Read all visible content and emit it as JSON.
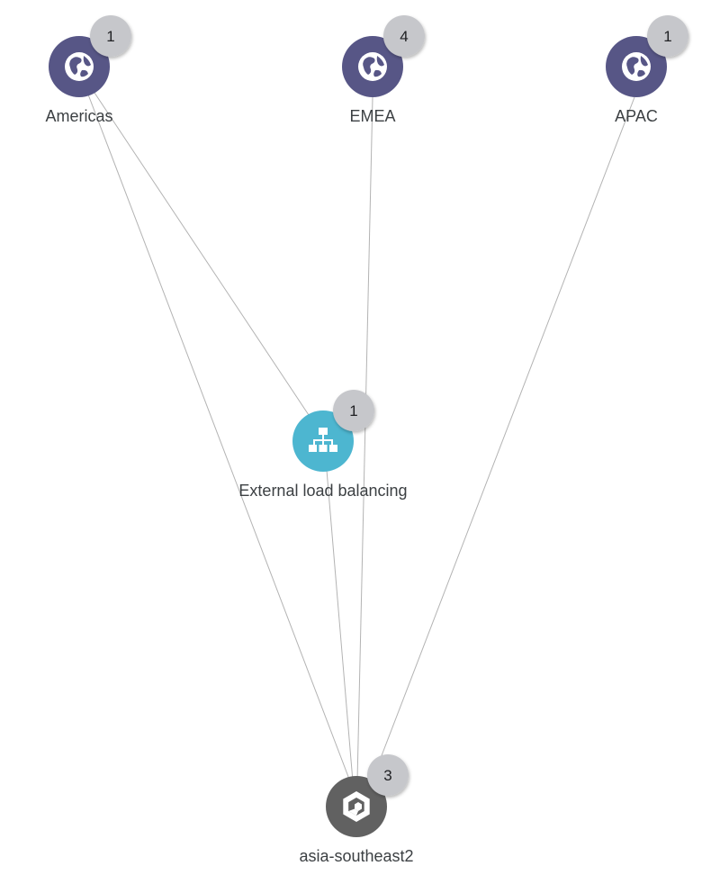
{
  "colors": {
    "region_node": "#575686",
    "load_balancer_node": "#4db6d0",
    "zone_node": "#616161",
    "badge": "#c6c7cb",
    "edge": "#b3b3b3",
    "label": "#3c4043"
  },
  "nodes": {
    "americas": {
      "label": "Americas",
      "count": "1",
      "icon": "globe-icon"
    },
    "emea": {
      "label": "EMEA",
      "count": "4",
      "icon": "globe-icon"
    },
    "apac": {
      "label": "APAC",
      "count": "1",
      "icon": "globe-icon"
    },
    "external_lb": {
      "label": "External load balancing",
      "count": "1",
      "icon": "load-balancer-icon"
    },
    "asia_southeast2": {
      "label": "asia-southeast2",
      "count": "3",
      "icon": "compute-engine-icon"
    }
  },
  "edges": [
    {
      "from": "americas",
      "to": "external_lb"
    },
    {
      "from": "americas",
      "to": "asia_southeast2"
    },
    {
      "from": "emea",
      "to": "asia_southeast2"
    },
    {
      "from": "apac",
      "to": "asia_southeast2"
    },
    {
      "from": "external_lb",
      "to": "asia_southeast2"
    }
  ]
}
